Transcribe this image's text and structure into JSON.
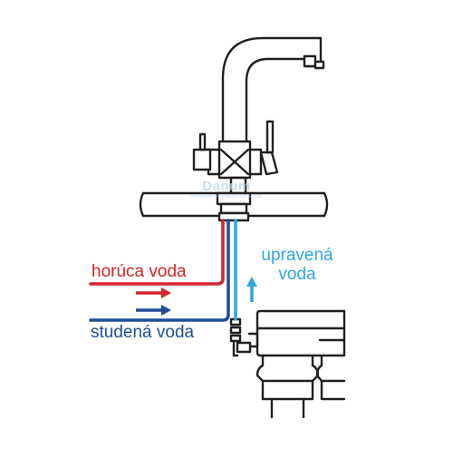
{
  "diagram": {
    "labels": {
      "hot_water": "horúca voda",
      "cold_water": "studená voda",
      "filtered_water_line1": "upravená",
      "filtered_water_line2": "voda"
    },
    "watermark": {
      "name": "Danum",
      "tagline": "Kompletné riešenia pre domácnosť"
    },
    "colors": {
      "hot": "#d2262a",
      "cold": "#1f4e96",
      "filtered": "#2ea7df",
      "outline": "#231f20",
      "watermark": "#b9d4ea"
    },
    "icons": [
      "tap-icon",
      "countertop-icon",
      "filter-housing-icon",
      "flow-arrow-icon"
    ]
  }
}
